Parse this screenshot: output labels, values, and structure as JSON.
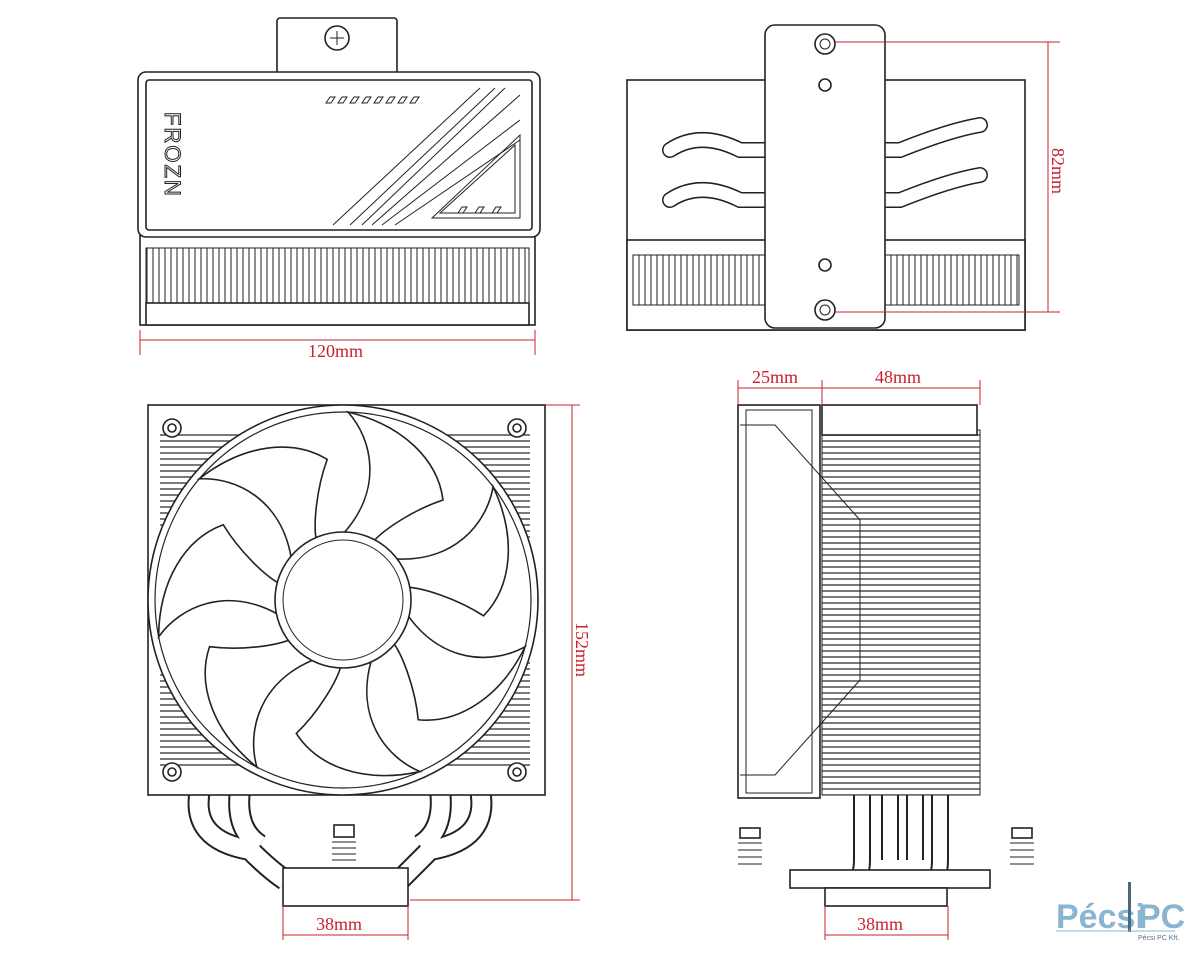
{
  "product": {
    "brand_text": "FROZN"
  },
  "dimensions": {
    "front_width": "120mm",
    "side_height": "82mm",
    "fan_thickness": "25mm",
    "heatsink_depth": "48mm",
    "total_height": "152mm",
    "base_width_front": "38mm",
    "base_width_side": "38mm"
  },
  "watermark": {
    "name_left": "Pécsi",
    "name_right": "PC",
    "subtitle": "Pécsi PC Kft."
  },
  "colors": {
    "dimension": "#c8202f",
    "line": "#222222",
    "watermark": "#8ab4cf"
  }
}
